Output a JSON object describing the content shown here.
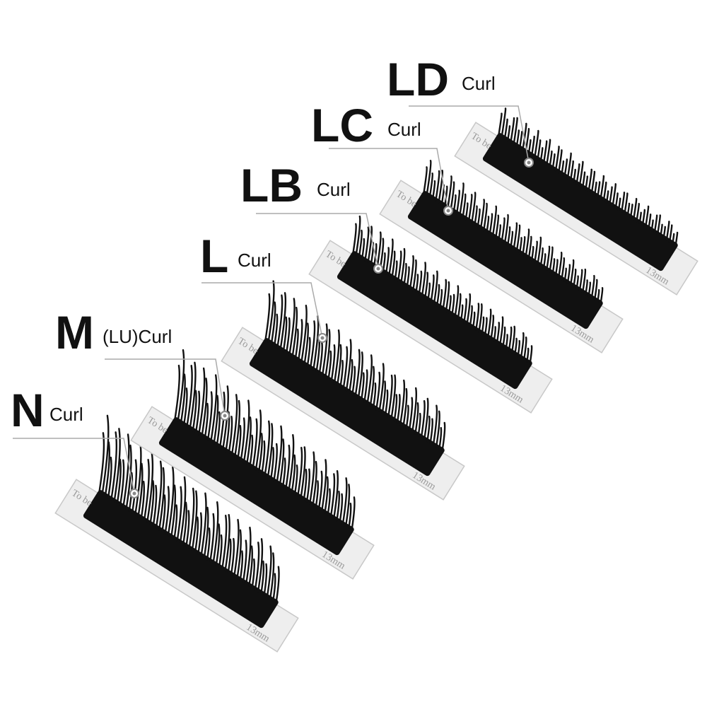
{
  "curls": [
    {
      "letter": "N",
      "suffix": "Curl",
      "lash_height": 105,
      "curve": 0.15,
      "tag_left": "To be",
      "tag_right": "13mm"
    },
    {
      "letter": "M",
      "suffix": "(LU)Curl",
      "lash_height": 100,
      "curve": 0.25,
      "tag_left": "To be",
      "tag_right": "13mm"
    },
    {
      "letter": "L",
      "suffix": "Curl",
      "lash_height": 90,
      "curve": 0.35,
      "tag_left": "To be",
      "tag_right": "13mm"
    },
    {
      "letter": "LB",
      "suffix": "Curl",
      "lash_height": 62,
      "curve": 0.5,
      "tag_left": "To be",
      "tag_right": "13mm"
    },
    {
      "letter": "LC",
      "suffix": "Curl",
      "lash_height": 60,
      "curve": 0.65,
      "tag_left": "To be",
      "tag_right": "13mm"
    },
    {
      "letter": "LD",
      "suffix": "Curl",
      "lash_height": 55,
      "curve": 0.8,
      "tag_left": "To be",
      "tag_right": "13mm"
    }
  ],
  "colors": {
    "lash": "#111111",
    "card": "#eeeeee",
    "leader": "#aaaaaa",
    "text": "#111111"
  }
}
